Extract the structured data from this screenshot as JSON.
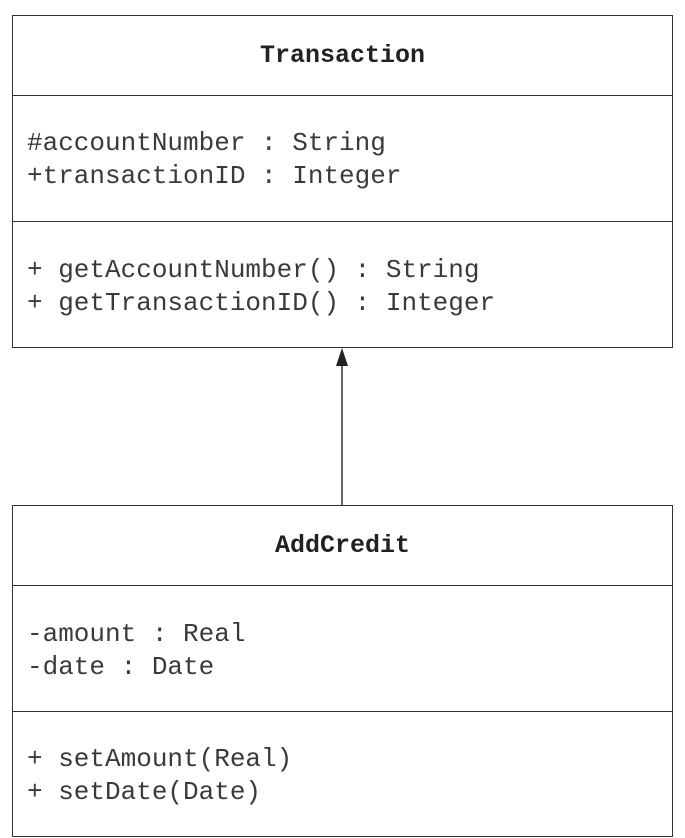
{
  "classes": {
    "transaction": {
      "name": "Transaction",
      "attributes": [
        "#accountNumber : String",
        "+transactionID : Integer"
      ],
      "operations": [
        "+ getAccountNumber() : String",
        "+ getTransactionID() : Integer"
      ]
    },
    "addcredit": {
      "name": "AddCredit",
      "attributes": [
        "-amount : Real",
        "-date : Date"
      ],
      "operations": [
        "+ setAmount(Real)",
        "+ setDate(Date)"
      ]
    }
  },
  "relationships": [
    {
      "type": "generalization",
      "from": "AddCredit",
      "to": "Transaction"
    }
  ],
  "colors": {
    "line": "#333333",
    "text": "#3a3a3a"
  }
}
